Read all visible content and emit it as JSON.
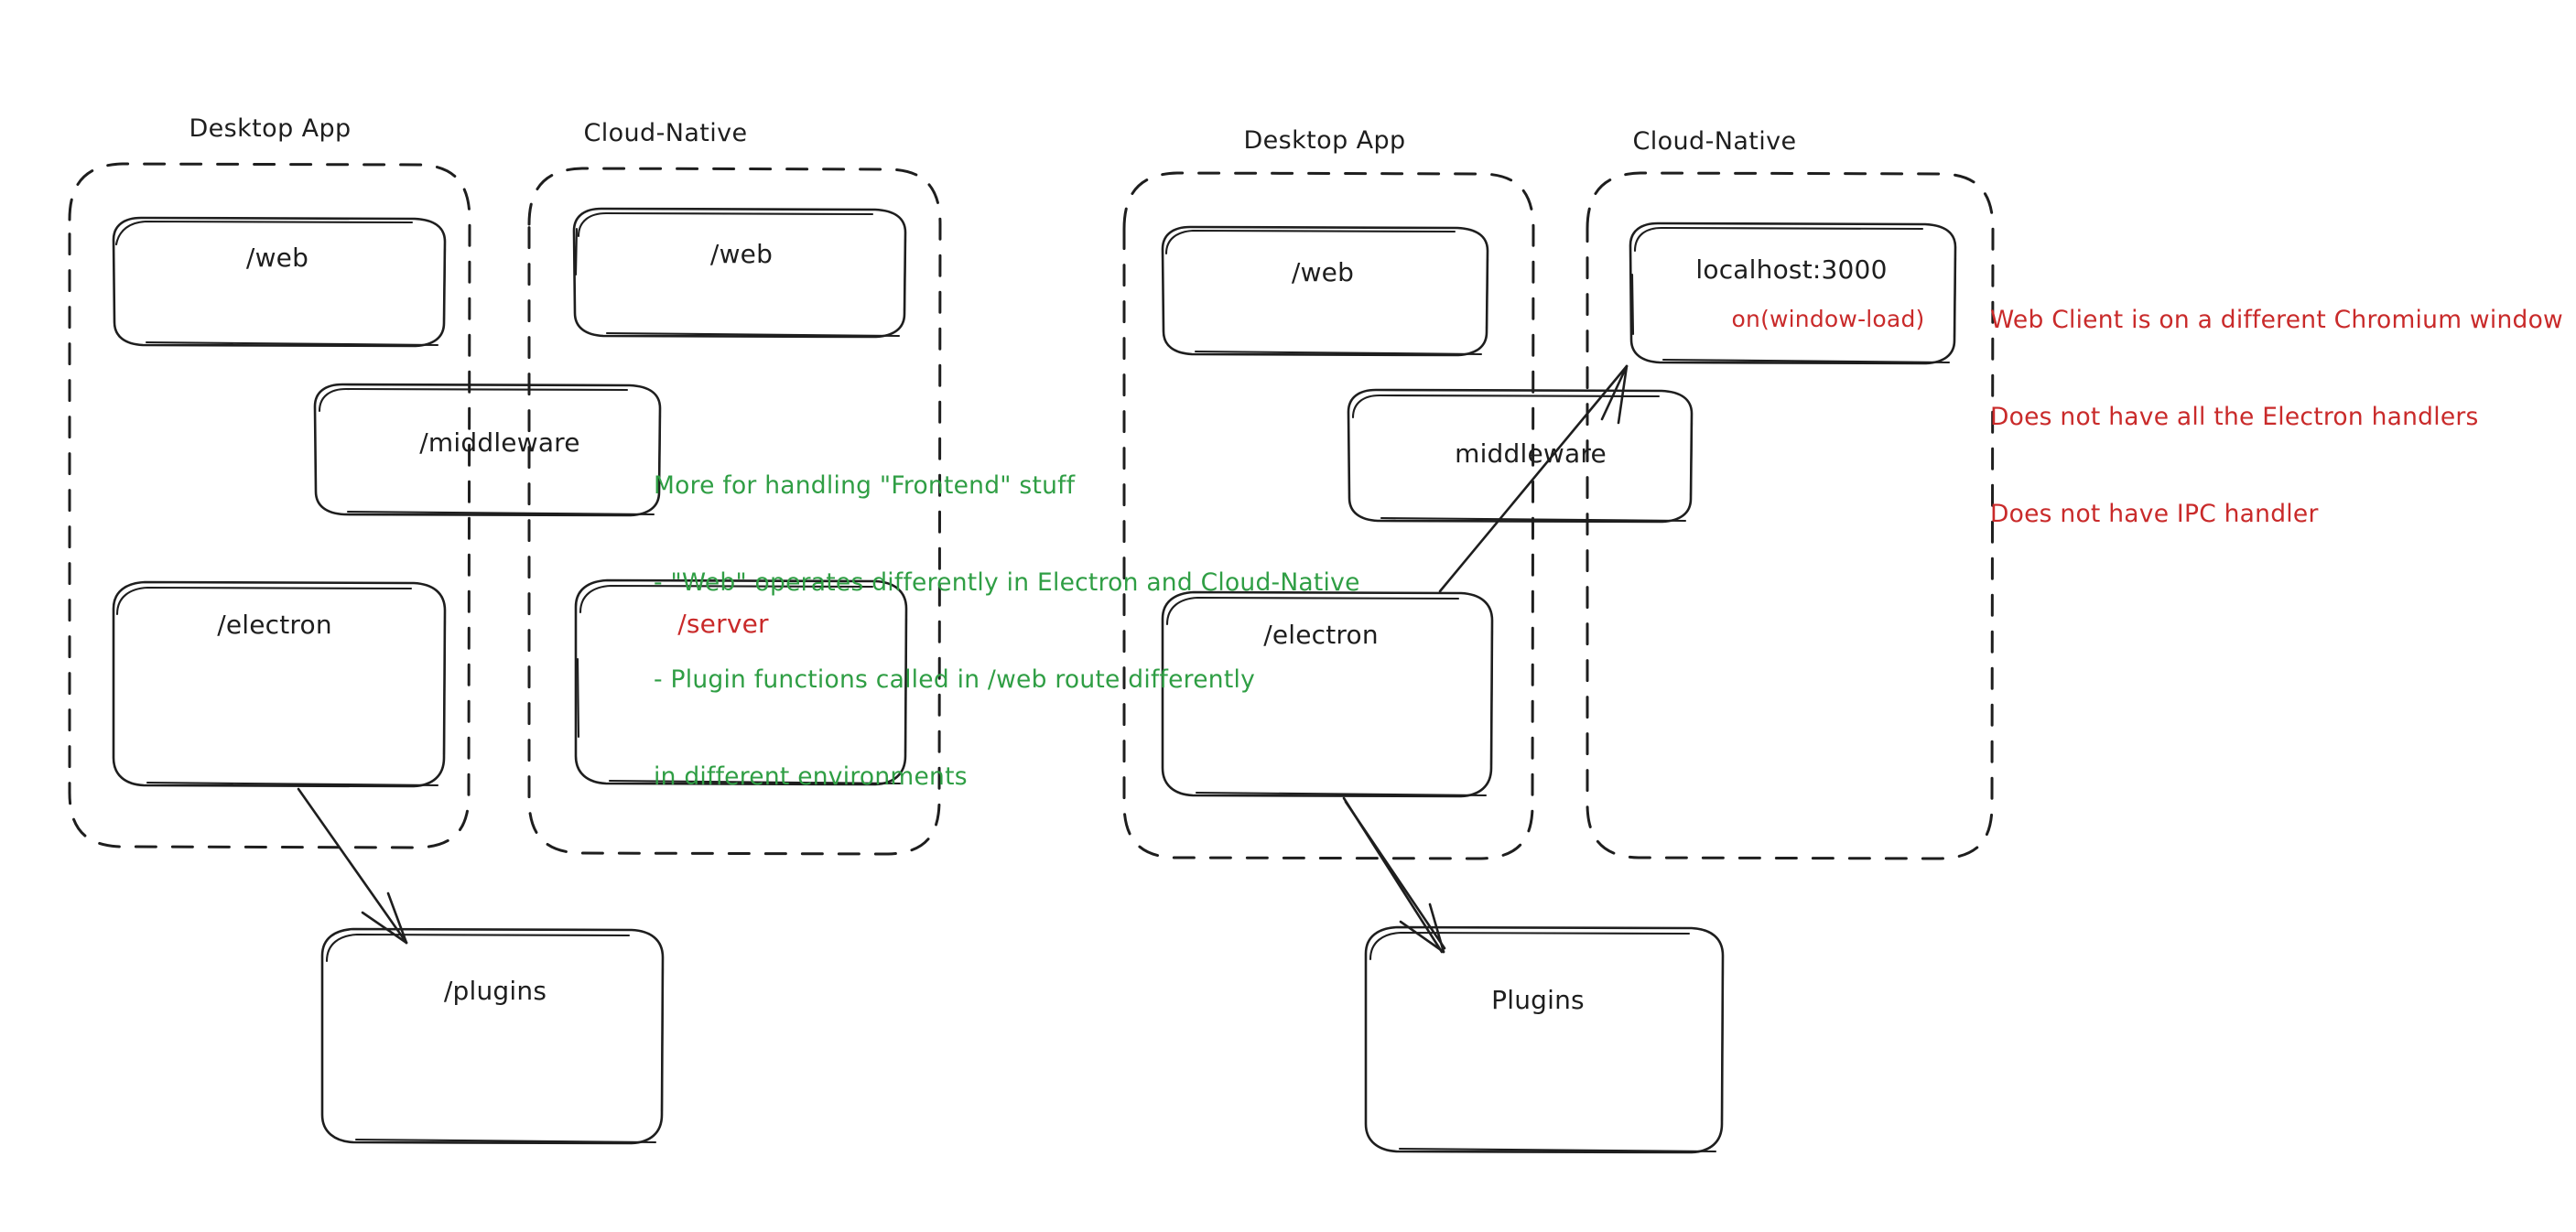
{
  "diagram": {
    "title": "Electron Desktop App vs Cloud-Native architecture sketch",
    "style": "hand-drawn",
    "colors": {
      "stroke": "#1e1e1e",
      "green": "#2f9e44",
      "red": "#c92a2a",
      "background": "#ffffff"
    }
  },
  "groups": [
    {
      "id": "left-desktop-app",
      "title": "Desktop App",
      "boxes": [
        {
          "id": "left-web",
          "label": "/web"
        },
        {
          "id": "left-electron",
          "label": "/electron"
        }
      ]
    },
    {
      "id": "left-cloud-native",
      "title": "Cloud-Native",
      "boxes": [
        {
          "id": "left-cn-web",
          "label": "/web"
        },
        {
          "id": "left-server",
          "label": "/server"
        }
      ]
    },
    {
      "id": "right-desktop-app",
      "title": "Desktop App",
      "boxes": [
        {
          "id": "right-web",
          "label": "/web"
        },
        {
          "id": "right-electron",
          "label": "/electron"
        }
      ]
    },
    {
      "id": "right-cloud-native",
      "title": "Cloud-Native",
      "boxes": [
        {
          "id": "right-localhost",
          "label": "localhost:3000",
          "sublabel": "on(window-load)"
        }
      ]
    }
  ],
  "straddle_boxes": [
    {
      "id": "left-middleware",
      "label": "/middleware"
    },
    {
      "id": "right-middleware",
      "label": "middleware"
    }
  ],
  "standalone_boxes": [
    {
      "id": "left-plugins",
      "label": "/plugins"
    },
    {
      "id": "right-plugins",
      "label": "Plugins"
    }
  ],
  "annotations": {
    "green_note": {
      "lines": [
        "More for handling \"Frontend\" stuff",
        "- \"Web\" operates differently in Electron and Cloud-Native",
        "- Plugin functions called in /web route differently",
        "in different environments"
      ],
      "color": "#2f9e44"
    },
    "red_note": {
      "lines": [
        "Web Client is on a different Chromium window",
        "Does not have all the Electron handlers",
        "Does not have IPC handler"
      ],
      "color": "#c92a2a"
    }
  },
  "arrows": [
    {
      "id": "arrow-left-electron-to-plugins",
      "from": "left-electron",
      "to": "left-plugins"
    },
    {
      "id": "arrow-right-electron-to-plugins",
      "from": "right-electron",
      "to": "right-plugins"
    },
    {
      "id": "arrow-right-electron-to-localhost",
      "from": "right-electron",
      "to": "right-localhost"
    }
  ]
}
